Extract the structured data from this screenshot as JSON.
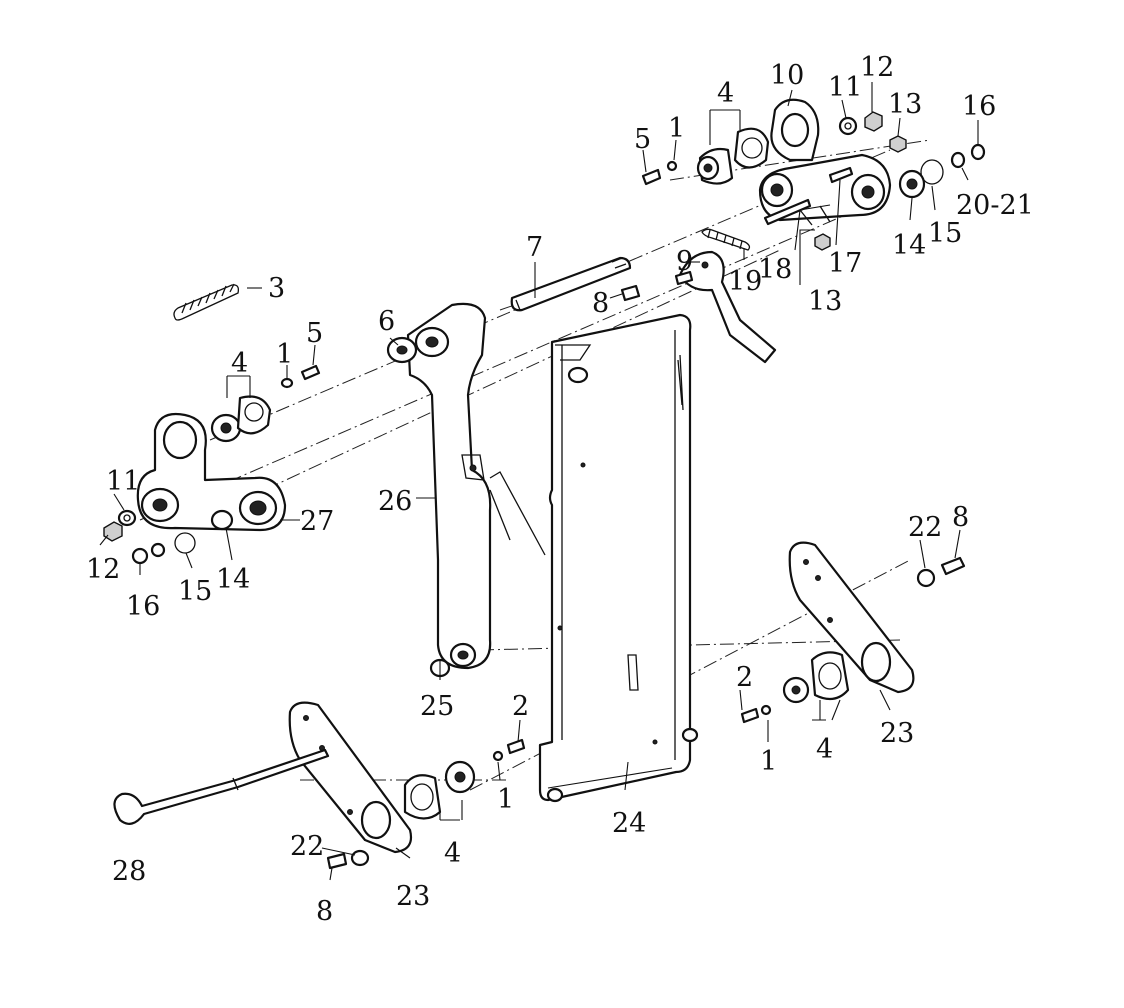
{
  "callouts": {
    "c1a": "1",
    "c1b": "1",
    "c1c": "1",
    "c1d": "1",
    "c2a": "2",
    "c2b": "2",
    "c3": "3",
    "c4a": "4",
    "c4b": "4",
    "c4c": "4",
    "c4d": "4",
    "c5a": "5",
    "c5b": "5",
    "c6": "6",
    "c7": "7",
    "c8a": "8",
    "c8b": "8",
    "c8c": "8",
    "c9": "9",
    "c10": "10",
    "c11a": "11",
    "c11b": "11",
    "c12a": "12",
    "c12b": "12",
    "c13a": "13",
    "c13b": "13",
    "c14a": "14",
    "c14b": "14",
    "c15a": "15",
    "c15b": "15",
    "c16a": "16",
    "c16b": "16",
    "c17": "17",
    "c18": "18",
    "c19": "19",
    "c2021": "20-21",
    "c22a": "22",
    "c22b": "22",
    "c23a": "23",
    "c23b": "23",
    "c24": "24",
    "c25": "25",
    "c26": "26",
    "c27": "27",
    "c28": "28"
  }
}
